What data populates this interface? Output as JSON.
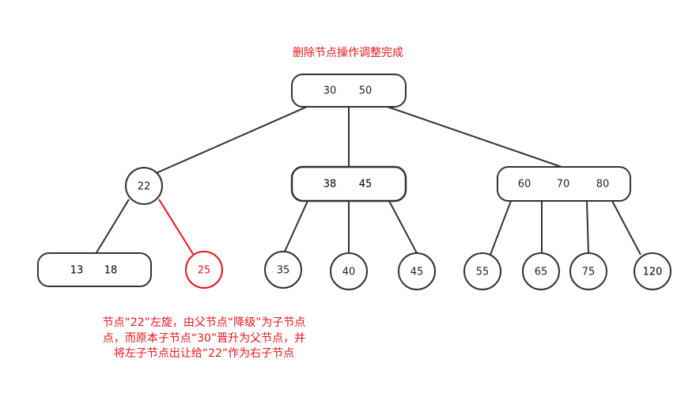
{
  "title": "删除节点操作调整完成",
  "caption": [
    "节点“22”左旋，由父节点“降级”为子节点",
    "点，而原本子节点“30”晋升为父节点，并",
    "将左子节点出让给“22”作为右子节点"
  ],
  "colors": {
    "highlight": "#e8141c",
    "node": "#222222"
  },
  "nodes": {
    "root": [
      "30",
      "50"
    ],
    "n22": "22",
    "mid": [
      "38",
      "45"
    ],
    "right": [
      "60",
      "70",
      "80"
    ],
    "leaf_a": [
      "13",
      "18"
    ],
    "n25": "25",
    "n35": "35",
    "n40": "40",
    "n45": "45",
    "n55": "55",
    "n65": "65",
    "n75": "75",
    "n120": "120"
  }
}
